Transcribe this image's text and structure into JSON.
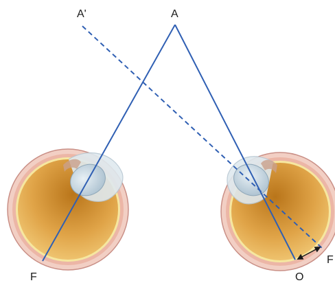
{
  "labels": {
    "a_prime": "A'",
    "a": "A",
    "f_left": "F",
    "o": "O",
    "f_right": "F"
  },
  "colors": {
    "ray": "#2f5fb3",
    "eye_outer": "#f2cfc4",
    "sclera": "#ecb6a6",
    "eye_rim": "#c98f86",
    "retina": "#f6e7a0",
    "lens": "#bcd0dc",
    "arrow": "#1a1a1a"
  },
  "icons": [
    "left-eyeball-icon",
    "right-eyeball-icon"
  ]
}
